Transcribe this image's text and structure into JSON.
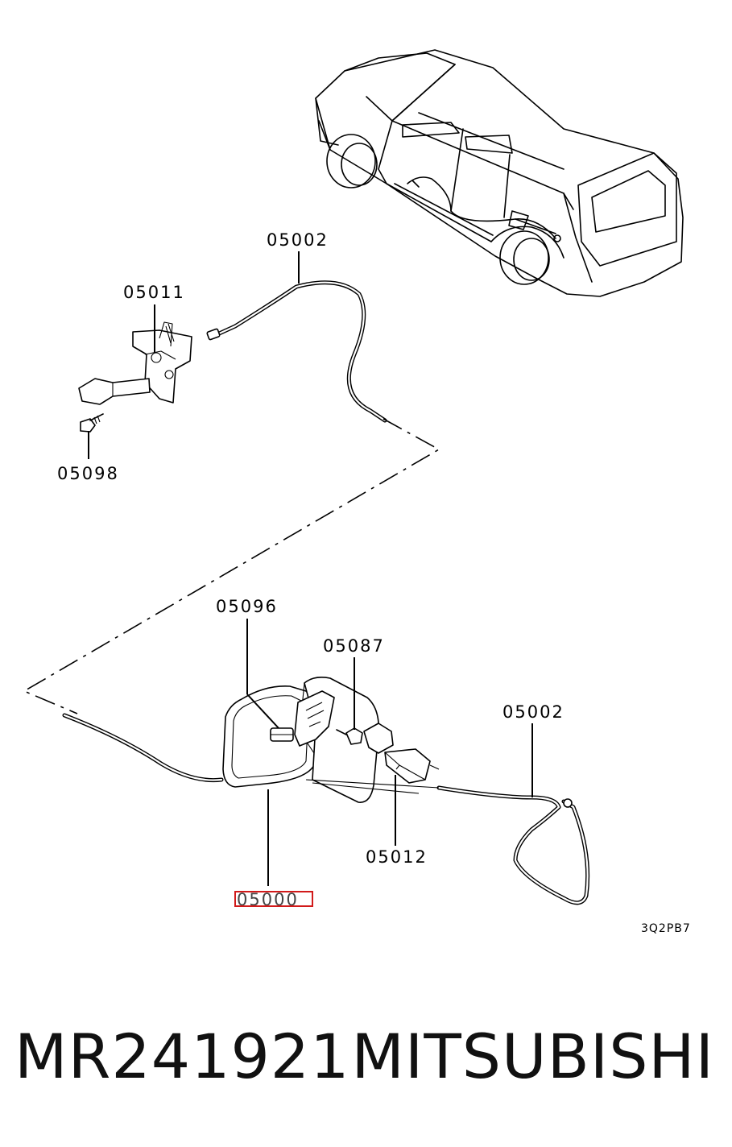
{
  "diagram": {
    "callouts": [
      {
        "id": "cable-upper",
        "label": "05002"
      },
      {
        "id": "release-lever",
        "label": "05011"
      },
      {
        "id": "bolt-lever",
        "label": "05098"
      },
      {
        "id": "clip",
        "label": "05096"
      },
      {
        "id": "screw",
        "label": "05087"
      },
      {
        "id": "cable-lower",
        "label": "05002"
      },
      {
        "id": "actuator",
        "label": "05012"
      },
      {
        "id": "fuel-lid",
        "label": "05000",
        "highlighted": true
      }
    ],
    "drawing_code": "3Q2PB7",
    "highlight_color": "#d11a1a"
  },
  "caption": {
    "part_number": "MR241921",
    "brand": "MITSUBISHI"
  }
}
